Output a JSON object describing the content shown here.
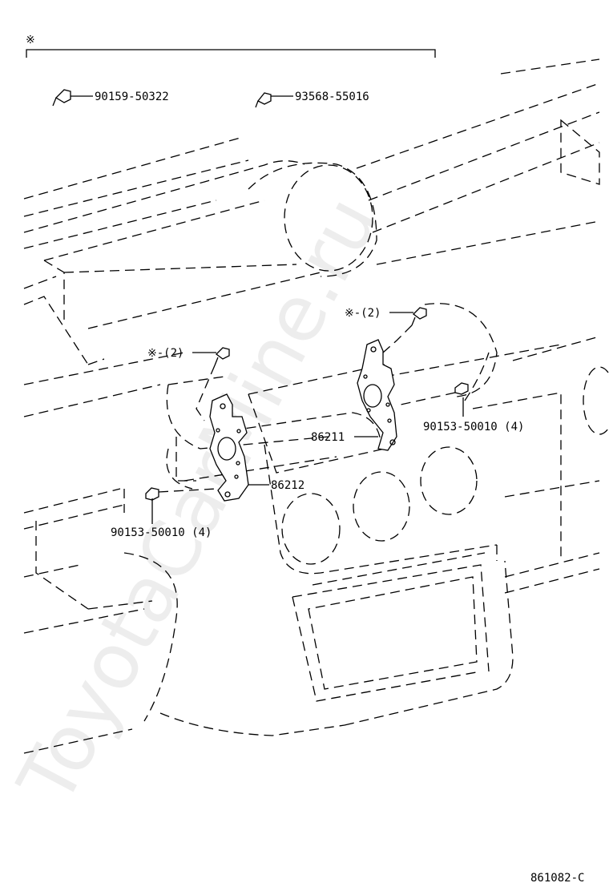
{
  "legend": {
    "marker": "※",
    "parts": [
      "90159-50322",
      "93568-55016"
    ]
  },
  "callouts": {
    "marker_left": "※-(2)",
    "marker_right": "※-(2)",
    "part_86211": "86211",
    "part_86212": "86212",
    "bolt_right": "90153-50010 (4)",
    "bolt_left": "90153-50010 (4)"
  },
  "watermark": "ToyotaCarMine.ru",
  "diagram_code": "861082-C"
}
